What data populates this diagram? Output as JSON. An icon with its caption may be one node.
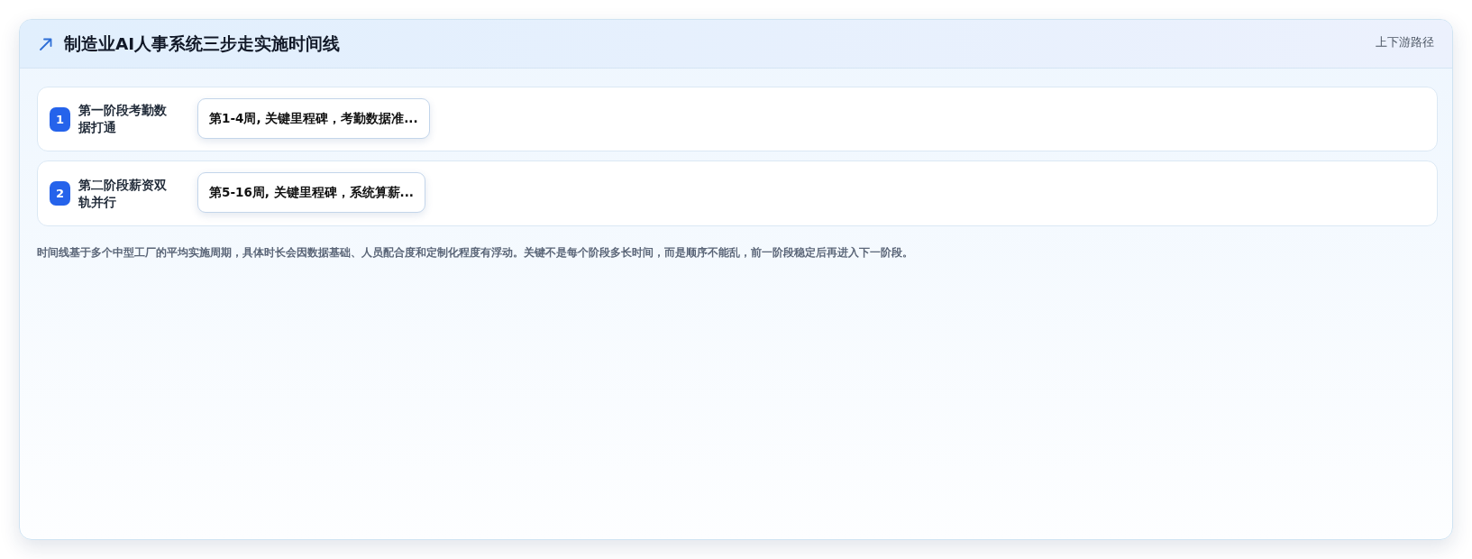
{
  "diagram": {
    "title": "制造业AI人事系统三步走实施时间线",
    "nodes": [
      {
        "text": [
          "第一阶段考勤数据打通"
        ]
      },
      {
        "text": [
          "1"
        ],
        "in": 0
      },
      {
        "text": [
          "第1-4周, 关键里程碑，考勤数据准..."
        ],
        "in": 0
      },
      {
        "text": [
          "第二阶段薪资双轨并行"
        ]
      },
      {
        "text": [
          "2"
        ],
        "in": 3
      },
      {
        "text": [
          "第5-16周, 关键里程碑，系统算薪..."
        ],
        "in": 3
      }
    ],
    "labels": [
      "上下游路径",
      "时间线基于多个中型工厂的平均实施周期，具体时长会因数据基础、人员配合度和定制化程度有浮动。关键不是每个阶段多长时间，而是顺序不能乱，前一阶段稳定后再进入下一阶段。"
    ]
  }
}
